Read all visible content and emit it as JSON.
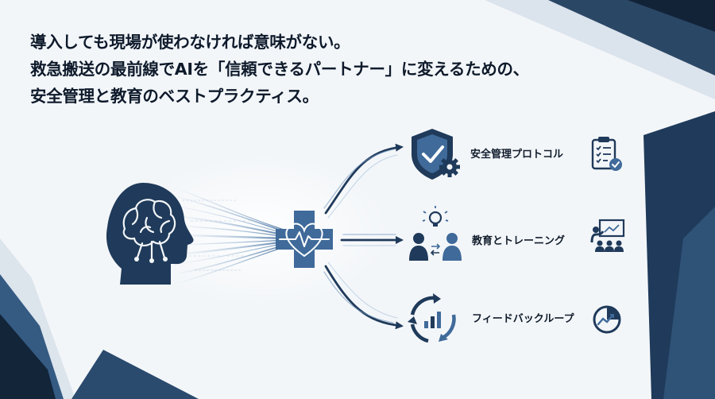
{
  "headline": {
    "line1": "導入しても現場が使わなければ意味がない。",
    "line2": "救急搬送の最前線でAIを「信頼できるパートナー」に変えるための、",
    "line3": "安全管理と教育のベストプラクティス。"
  },
  "items": [
    {
      "label": "安全管理プロトコル",
      "icon": "shield-check-gear-icon",
      "side_icon": "checklist-clipboard-icon"
    },
    {
      "label": "教育とトレーニング",
      "icon": "people-idea-icon",
      "side_icon": "presentation-class-icon"
    },
    {
      "label": "フィードバックループ",
      "icon": "cycle-chart-icon",
      "side_icon": "pie-trend-icon"
    }
  ],
  "colors": {
    "navy": "#1f3a5a",
    "blue": "#3f6a9a",
    "light_blue": "#7fa6cc",
    "text": "#111d2c",
    "background": "#f3f6f9"
  }
}
